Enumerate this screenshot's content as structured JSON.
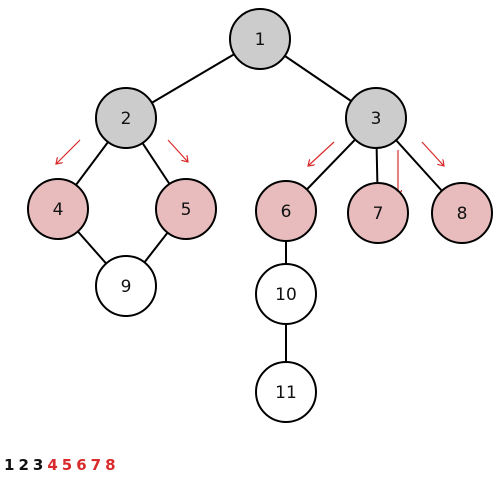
{
  "colors": {
    "visited": "#cccccc",
    "frontier": "#e8bcbd",
    "unvisited": "#ffffff",
    "stroke": "#000000",
    "arrow": "#d92b2b",
    "text_visited": "#111111",
    "text_frontier": "#d92b2b"
  },
  "nodes": [
    {
      "id": "1",
      "label": "1",
      "state": "visited"
    },
    {
      "id": "2",
      "label": "2",
      "state": "visited"
    },
    {
      "id": "3",
      "label": "3",
      "state": "visited"
    },
    {
      "id": "4",
      "label": "4",
      "state": "frontier"
    },
    {
      "id": "5",
      "label": "5",
      "state": "frontier"
    },
    {
      "id": "6",
      "label": "6",
      "state": "frontier"
    },
    {
      "id": "7",
      "label": "7",
      "state": "frontier"
    },
    {
      "id": "8",
      "label": "8",
      "state": "frontier"
    },
    {
      "id": "9",
      "label": "9",
      "state": "unvisited"
    },
    {
      "id": "10",
      "label": "10",
      "state": "unvisited"
    },
    {
      "id": "11",
      "label": "11",
      "state": "unvisited"
    }
  ],
  "edges": [
    [
      "1",
      "2"
    ],
    [
      "1",
      "3"
    ],
    [
      "2",
      "4"
    ],
    [
      "2",
      "5"
    ],
    [
      "3",
      "6"
    ],
    [
      "3",
      "7"
    ],
    [
      "3",
      "8"
    ],
    [
      "4",
      "9"
    ],
    [
      "5",
      "9"
    ],
    [
      "6",
      "10"
    ],
    [
      "10",
      "11"
    ]
  ],
  "arrows": [
    {
      "from": "2",
      "to": "4"
    },
    {
      "from": "2",
      "to": "5"
    },
    {
      "from": "3",
      "to": "6"
    },
    {
      "from": "3",
      "to": "7"
    },
    {
      "from": "3",
      "to": "8"
    }
  ],
  "order": [
    {
      "label": "1",
      "state": "visited"
    },
    {
      "label": "2",
      "state": "visited"
    },
    {
      "label": "3",
      "state": "visited"
    },
    {
      "label": "4",
      "state": "frontier"
    },
    {
      "label": "5",
      "state": "frontier"
    },
    {
      "label": "6",
      "state": "frontier"
    },
    {
      "label": "7",
      "state": "frontier"
    },
    {
      "label": "8",
      "state": "frontier"
    }
  ]
}
